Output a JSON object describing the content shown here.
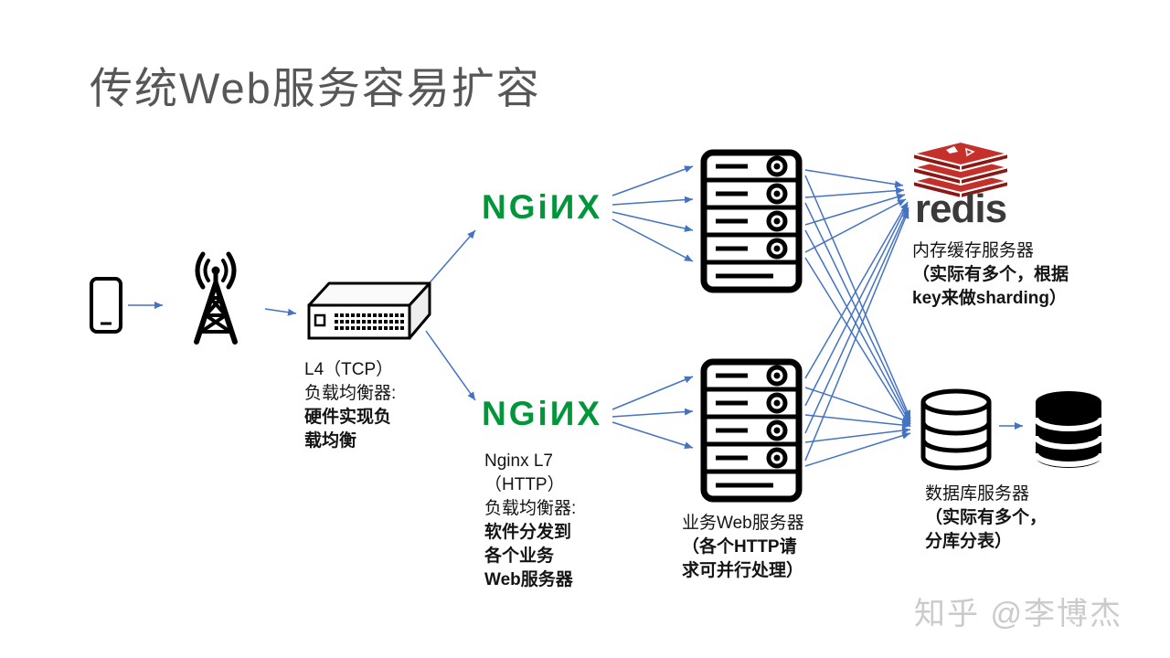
{
  "title": "传统Web服务容易扩容",
  "logos": {
    "nginx": "NGiИX",
    "redis": "redis"
  },
  "labels": {
    "l4": [
      "L4（TCP）",
      "负载均衡器:",
      "硬件实现负",
      "载均衡"
    ],
    "nginx_l7": [
      "Nginx L7",
      "（HTTP）",
      "负载均衡器:",
      "软件分发到",
      "各个业务",
      "Web服务器"
    ],
    "web_server": [
      "业务Web服务器",
      "（各个HTTP请",
      "求可并行处理）"
    ],
    "redis_cache": [
      "内存缓存服务器",
      "（实际有多个，根据",
      "key来做sharding）"
    ],
    "database": [
      "数据库服务器",
      "（实际有多个，",
      "分库分表）"
    ]
  },
  "watermark": "知乎 @李博杰",
  "icons": [
    "smartphone-icon",
    "cell-tower-icon",
    "l4-switch-icon",
    "rack-server-icon",
    "redis-logo-icon",
    "database-cylinder-icon",
    "database-cylinder-filled-icon",
    "connector-arrows"
  ],
  "colors": {
    "arrow": "#4472C4",
    "nginx_green": "#009639",
    "redis_red": "#C6302B",
    "redis_dark": "#8C1813",
    "title_gray": "#575757",
    "watermark_gray": "#CBCBCB",
    "ink": "#000000"
  }
}
